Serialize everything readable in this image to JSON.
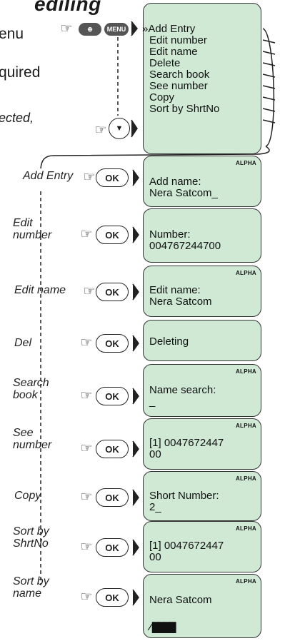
{
  "header": {
    "title": "ediling",
    "intro_line1": "enu",
    "intro_line2": "quired",
    "intro_line3": "ected,"
  },
  "buttons": {
    "book_label": "⊕",
    "menu_label": "MENU",
    "down_label": "▼",
    "ok_label": "OK",
    "hand_glyph": "☞"
  },
  "menu_screen": {
    "items": [
      "»Add Entry",
      "Edit number",
      "Edit name",
      "Delete",
      "Search book",
      "See number",
      "Copy",
      "Sort by ShrtNo"
    ]
  },
  "steps": [
    {
      "label": "Add Entry",
      "alpha": "ALPHA",
      "lines": [
        "Add name:",
        "Nera Satcom_"
      ]
    },
    {
      "label": "Edit number",
      "alpha": "",
      "lines": [
        "Number:",
        "004767244700"
      ]
    },
    {
      "label": "Edit name",
      "alpha": "ALPHA",
      "lines": [
        "Edit name:",
        "Nera Satcom"
      ]
    },
    {
      "label": "Del",
      "alpha": "",
      "lines": [
        "Deleting"
      ]
    },
    {
      "label": "Search book",
      "alpha": "ALPHA",
      "lines": [
        "Name search:",
        "_"
      ]
    },
    {
      "label": "See number",
      "alpha": "ALPHA",
      "lines": [
        "[1] 0047672447",
        "00"
      ]
    },
    {
      "label": "Copy",
      "alpha": "ALPHA",
      "lines": [
        "Short Number:",
        "2_"
      ]
    },
    {
      "label": "Sort by ShrtNo",
      "alpha": "ALPHA",
      "lines": [
        "[1] 0047672447",
        "00"
      ]
    },
    {
      "label": "Sort by name",
      "alpha": "ALPHA",
      "lines": [
        "Nera Satcom"
      ]
    }
  ],
  "status_bar": {
    "text": "∕ ████"
  },
  "colors": {
    "screen_bg": "#cfe9d5",
    "ink": "#1a1a1a",
    "pill_bg": "#555555"
  }
}
